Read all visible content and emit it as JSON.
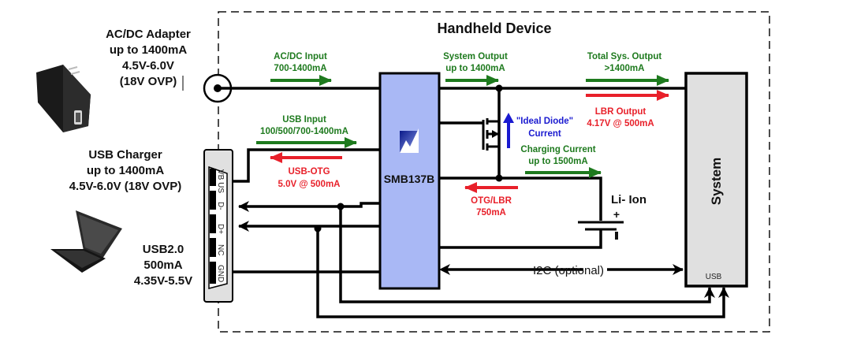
{
  "diagram": {
    "title": "Handheld Device",
    "chip": {
      "name": "SMB137B",
      "fill": "#a9b8f5"
    },
    "system": {
      "name": "System",
      "port_label": "USB",
      "fill": "#e0e0e0"
    },
    "battery": {
      "label": "Li- Ion",
      "plus": "+",
      "minus": "-"
    },
    "sources": {
      "adapter": {
        "lines": [
          "AC/DC Adapter",
          "up to 1400mA",
          "4.5V-6.0V",
          "(18V OVP)"
        ]
      },
      "usb_charger": {
        "lines": [
          "USB Charger",
          "up to 1400mA",
          "4.5V-6.0V (18V OVP)"
        ]
      },
      "usb2": {
        "lines": [
          "USB2.0",
          "500mA",
          "4.35V-5.5V"
        ]
      }
    },
    "usb_connector": {
      "pins": [
        "VB US",
        "D-",
        "D+",
        "NC",
        "GND"
      ]
    },
    "flows": {
      "acdc_input": {
        "lines": [
          "AC/DC Input",
          "700-1400mA"
        ],
        "color": "#1e7a1e"
      },
      "usb_input": {
        "lines": [
          "USB Input",
          "100/500/700-1400mA"
        ],
        "color": "#1e7a1e"
      },
      "usb_otg": {
        "lines": [
          "USB-OTG",
          "5.0V @ 500mA"
        ],
        "color": "#e8202a"
      },
      "system_output": {
        "lines": [
          "System Output",
          "up to 1400mA"
        ],
        "color": "#1e7a1e"
      },
      "total_output": {
        "lines": [
          "Total Sys. Output",
          ">1400mA"
        ],
        "color": "#1e7a1e"
      },
      "lbr_output": {
        "lines": [
          "LBR Output",
          "4.17V @ 500mA"
        ],
        "color": "#e8202a"
      },
      "ideal_diode": {
        "lines": [
          "\"Ideal Diode\"",
          "Current"
        ],
        "color": "#1a1ad0"
      },
      "charging": {
        "lines": [
          "Charging Current",
          "up to 1500mA"
        ],
        "color": "#1e7a1e"
      },
      "otg_lbr": {
        "lines": [
          "OTG/LBR",
          "750mA"
        ],
        "color": "#e8202a"
      }
    },
    "i2c_label": "I2C (optional)"
  }
}
